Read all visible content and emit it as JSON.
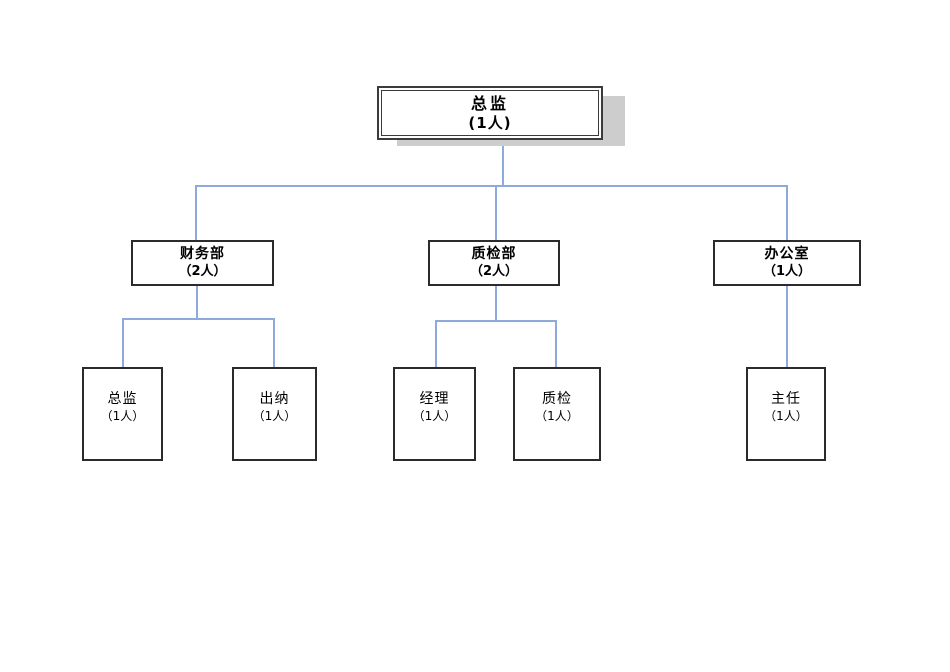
{
  "diagram": {
    "type": "org-chart",
    "background_color": "#ffffff",
    "connector_color": "#8eaadb",
    "box_border_color": "#2b2b2b",
    "root_shadow_color": "#cdcdcd",
    "nodes": {
      "root": {
        "title": "总监",
        "count": "(1人)"
      },
      "dept_finance": {
        "title": "财务部",
        "count": "（2人）"
      },
      "dept_quality": {
        "title": "质检部",
        "count": "（2人）"
      },
      "dept_office": {
        "title": "办公室",
        "count": "（1人）"
      },
      "role_finance_director": {
        "title": "总监",
        "count": "（1人）"
      },
      "role_cashier": {
        "title": "出纳",
        "count": "（1人）"
      },
      "role_manager": {
        "title": "经理",
        "count": "（1人）"
      },
      "role_inspector": {
        "title": "质检",
        "count": "（1人）"
      },
      "role_chief": {
        "title": "主任",
        "count": "（1人）"
      }
    }
  }
}
